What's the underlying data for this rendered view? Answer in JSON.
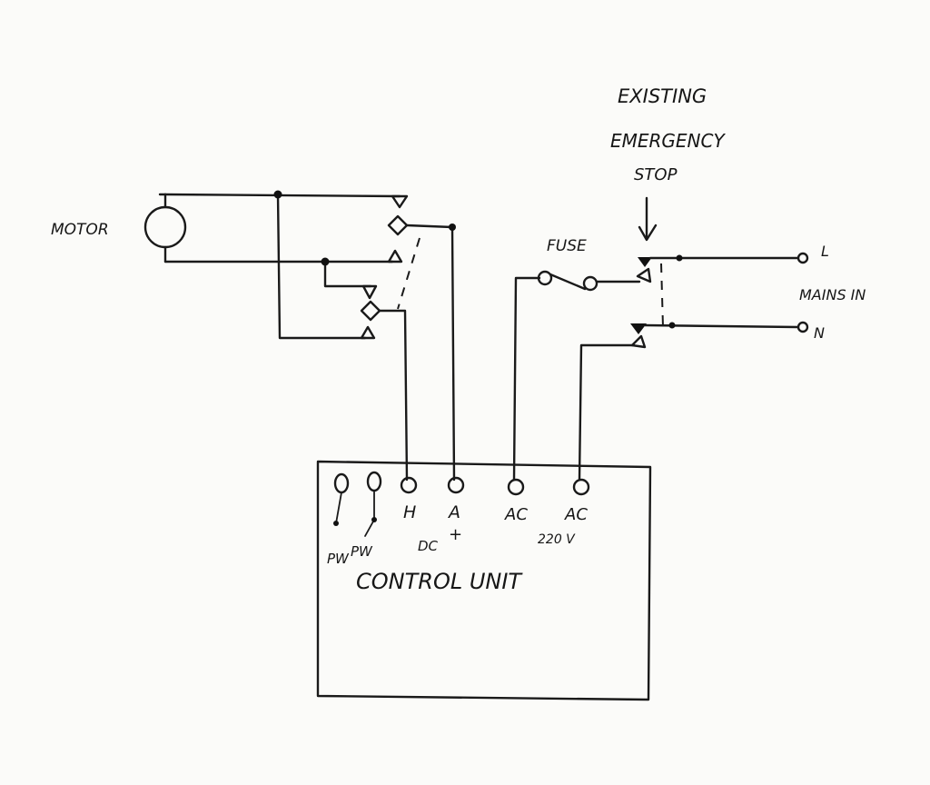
{
  "labels": {
    "motor": "MOTOR",
    "existing": "EXISTING",
    "emergency": "EMERGENCY",
    "stop": "STOP",
    "fuse": "FUSE",
    "line": "L",
    "neutral": "N",
    "mains_in": "MAINS IN",
    "terminal_h": "H",
    "terminal_a": "A",
    "terminal_a_sign": "+",
    "dc": "DC",
    "ac_1": "AC",
    "ac_2": "AC",
    "voltage": "220 V",
    "pw_1": "PW",
    "pw_2": "PW",
    "control_unit": "CONTROL UNIT"
  },
  "colors": {
    "ink": "#1a1a1a",
    "paper": "#fbfbf9"
  }
}
